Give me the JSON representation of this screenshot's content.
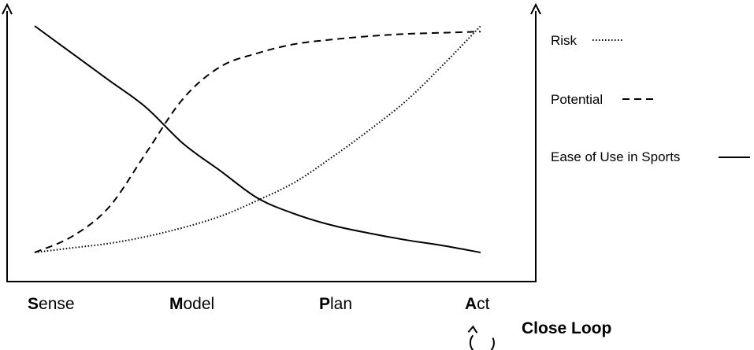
{
  "chart_data": {
    "type": "line",
    "categories": [
      "Sense",
      "Model",
      "Plan",
      "Act"
    ],
    "category_initials": [
      "S",
      "M",
      "P",
      "A"
    ],
    "category_rests": [
      "ense",
      "odel",
      "lan",
      "ct"
    ],
    "title": "",
    "xlabel": "",
    "ylabel": "",
    "x_range": [
      0,
      3
    ],
    "y_range": [
      0,
      1
    ],
    "axis_ticks": false,
    "grid": false,
    "legend_position": "right",
    "series": [
      {
        "name": "Risk",
        "style": "dotted",
        "x": [
          0,
          0.25,
          0.5,
          0.75,
          1.0,
          1.25,
          1.5,
          1.75,
          2.0,
          2.25,
          2.5,
          2.75,
          3.0
        ],
        "y": [
          0.0,
          0.02,
          0.04,
          0.07,
          0.11,
          0.16,
          0.23,
          0.31,
          0.42,
          0.54,
          0.67,
          0.83,
          1.0
        ]
      },
      {
        "name": "Potential",
        "style": "dashed",
        "x": [
          0,
          0.25,
          0.5,
          0.75,
          1.0,
          1.25,
          1.5,
          1.75,
          2.0,
          2.25,
          2.5,
          2.75,
          3.0
        ],
        "y": [
          0.0,
          0.07,
          0.2,
          0.44,
          0.68,
          0.82,
          0.88,
          0.92,
          0.94,
          0.955,
          0.965,
          0.97,
          0.975
        ]
      },
      {
        "name": "Ease of Use in Sports",
        "style": "solid",
        "x": [
          0,
          0.25,
          0.5,
          0.75,
          1.0,
          1.25,
          1.5,
          1.75,
          2.0,
          2.25,
          2.5,
          2.75,
          3.0
        ],
        "y": [
          1.0,
          0.88,
          0.76,
          0.64,
          0.48,
          0.36,
          0.24,
          0.17,
          0.12,
          0.085,
          0.055,
          0.03,
          0.0
        ]
      }
    ],
    "annotation": "Close Loop",
    "colors": {
      "line": "#000000",
      "background": "#ffffff"
    }
  }
}
